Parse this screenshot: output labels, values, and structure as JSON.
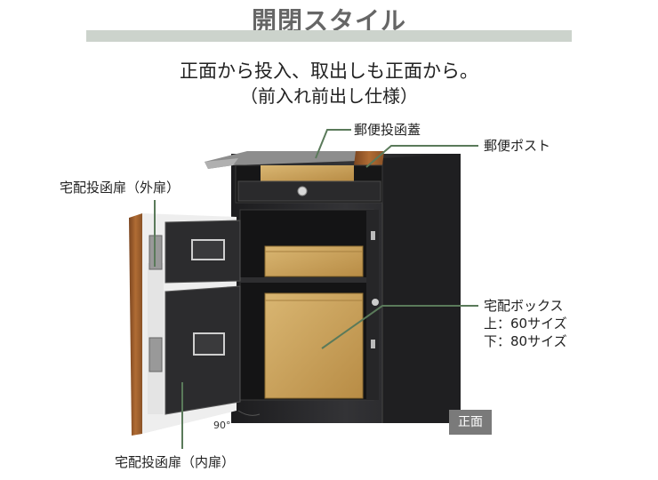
{
  "header": {
    "title": "開閉スタイル"
  },
  "intro": {
    "line1": "正面から投入、取出しも正面から。",
    "line2": "（前入れ前出し仕様）"
  },
  "callouts": {
    "mail_lid": "郵便投函蓋",
    "mail_post": "郵便ポスト",
    "outer_door": "宅配投函扉（外扉）",
    "inner_door": "宅配投函扉（内扉）",
    "box_title": "宅配ボックス",
    "box_upper": "上：60サイズ",
    "box_lower": "下：80サイズ"
  },
  "view_badge": "正面",
  "door_angle": "90°",
  "colors": {
    "accent_line": "#5a7a5a",
    "title_bar": "#ccd3cc",
    "cabinet": "#2b2b2d",
    "wood": "#a0622e",
    "cardboard": "#c9a35e",
    "badge_bg": "#7a7a7a"
  }
}
